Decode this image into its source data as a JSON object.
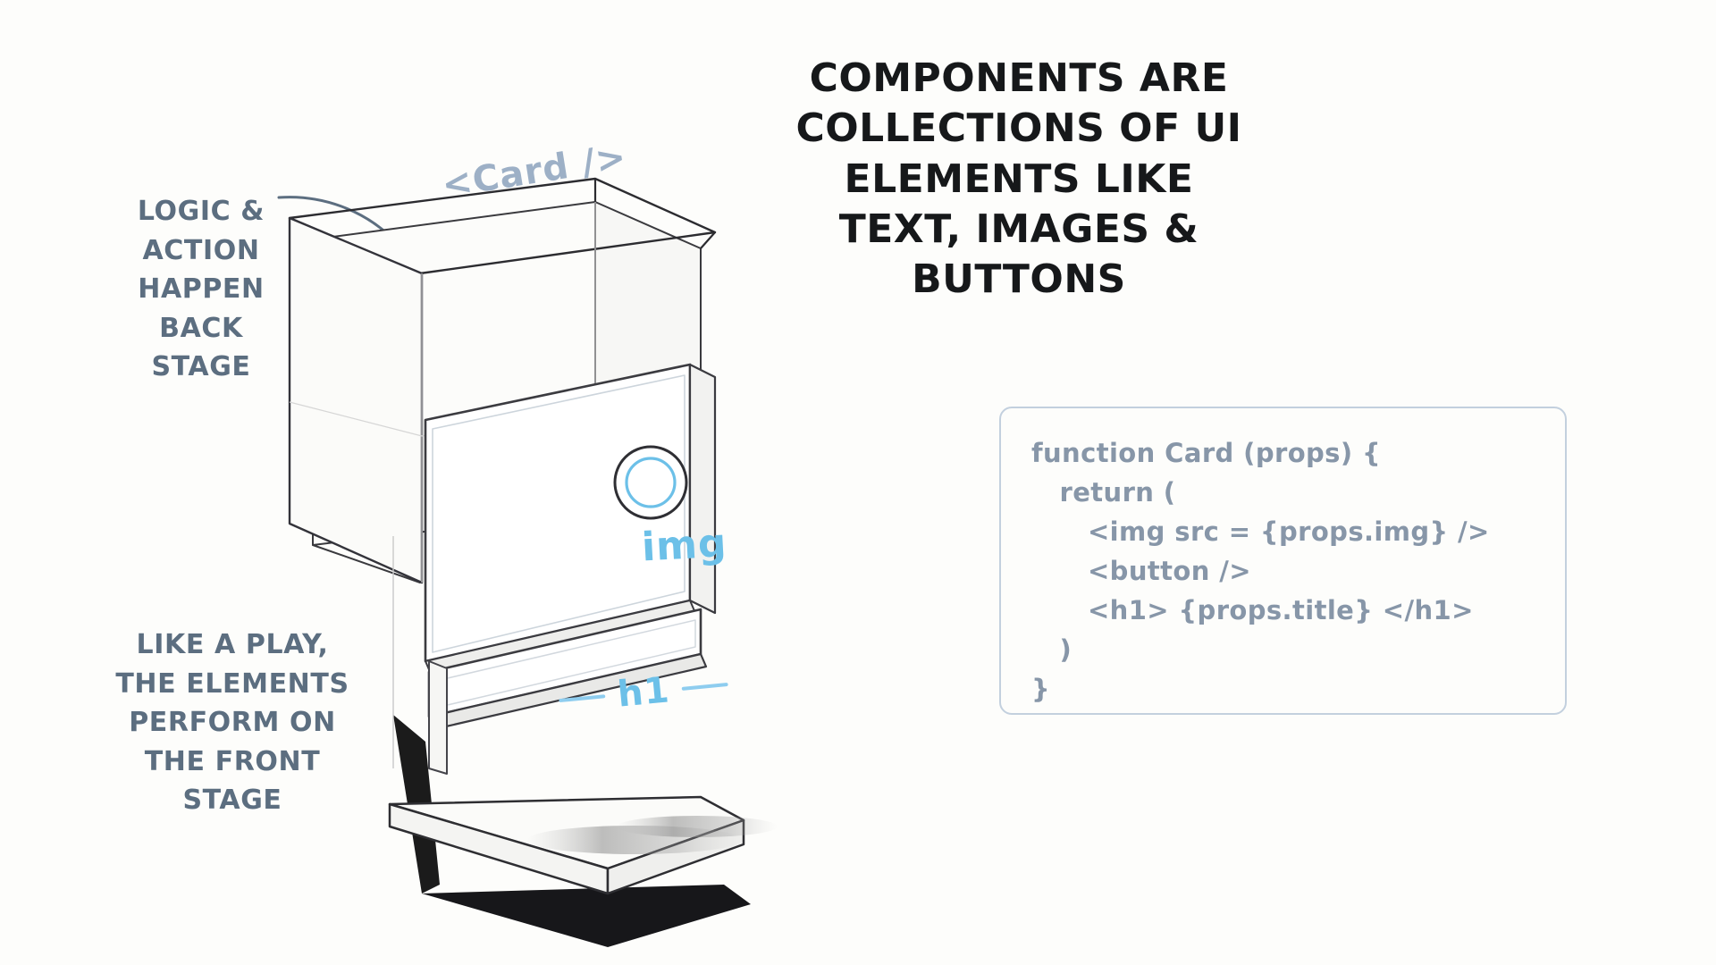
{
  "headline": {
    "lines": [
      "COMPONENTS ARE",
      "COLLECTIONS OF UI",
      "ELEMENTS LIKE",
      "TEXT, IMAGES &",
      "BUTTONS"
    ]
  },
  "annotations": {
    "backstage": {
      "lines": [
        "LOGIC &",
        "ACTION",
        "HAPPEN",
        "BACK",
        "STAGE"
      ]
    },
    "frontstage": {
      "lines": [
        "LIKE A PLAY,",
        "THE ELEMENTS",
        "PERFORM ON",
        "THE FRONT",
        "STAGE"
      ]
    }
  },
  "illustration": {
    "card_tag": "<Card />",
    "labels": {
      "img": "img",
      "h1": "h1"
    }
  },
  "code": {
    "lines": [
      "function Card (props) {",
      "   return (",
      "      <img src = {props.img} />",
      "      <button />",
      "      <h1> {props.title} </h1>",
      "   )",
      "}"
    ]
  },
  "colors": {
    "background": "#fdfdfb",
    "headline_text": "#16181a",
    "annotation_text": "#5c6e80",
    "card_tag": "#9db0c6",
    "ui_label_blue": "#6cc0e8",
    "code_text": "#8796a8",
    "code_panel_border": "#c3d0de",
    "box_outline": "#33333a"
  }
}
